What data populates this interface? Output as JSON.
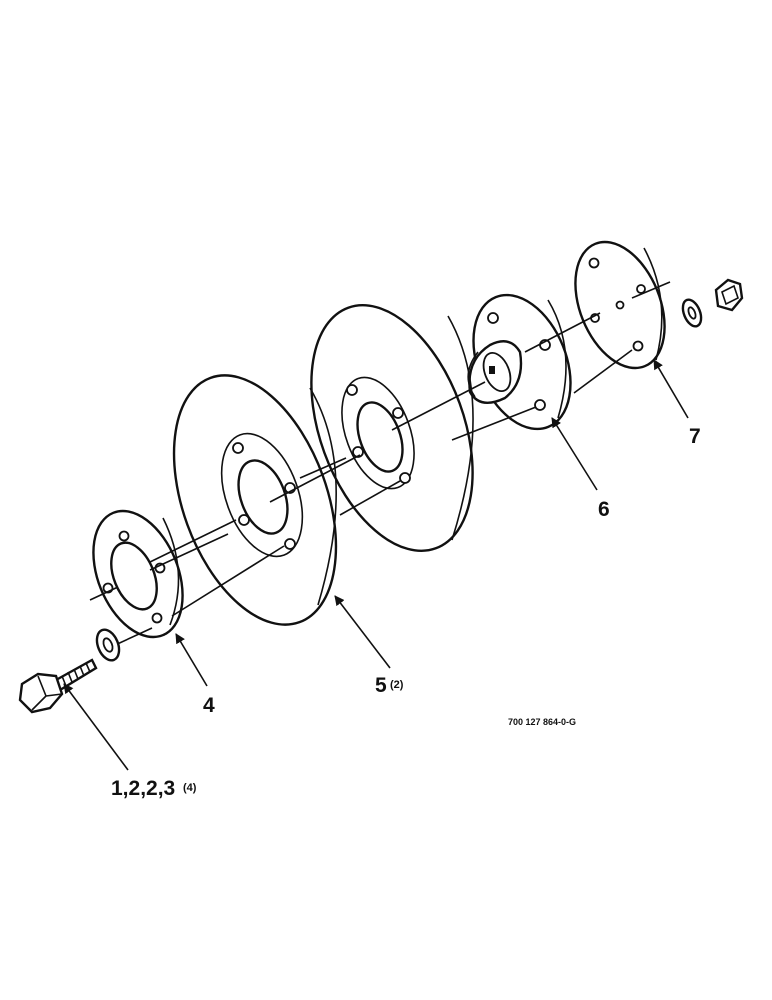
{
  "callouts": {
    "bolt": {
      "number": "1,2,2,3",
      "qty": "(4)"
    },
    "small_flange": {
      "number": "4",
      "qty": ""
    },
    "disc": {
      "number": "5",
      "qty": "(2)"
    },
    "hub": {
      "number": "6",
      "qty": ""
    },
    "end_plate": {
      "number": "7",
      "qty": ""
    }
  },
  "figure_code": "700 127 864-0-G"
}
